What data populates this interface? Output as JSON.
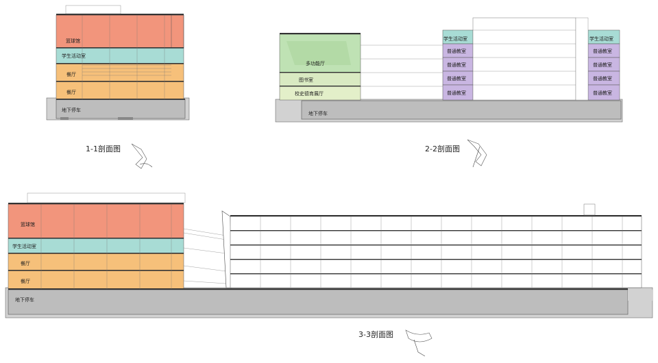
{
  "colors": {
    "basketball": "#f2957c",
    "student": "#a8dcd5",
    "dining": "#f6c07a",
    "parking": "#bdbdbd",
    "multi": "#bfe2b4",
    "library": "#d9eac2",
    "history": "#e3efc9",
    "classroom": "#c9b6e2",
    "ground": "#d2d2d2"
  },
  "sections": {
    "s1": {
      "title": "1-1剖面图",
      "basketball": "篮球馆",
      "student": "学生活动室",
      "dining1": "餐厅",
      "dining2": "餐厅",
      "parking": "地下停车"
    },
    "s2": {
      "title": "2-2剖面图",
      "multi": "多功能厅",
      "library": "图书室",
      "history": "校史德育展厅",
      "parking": "地下停车",
      "student_left": "学生活动室",
      "student_right": "学生活动室",
      "class_left": [
        "普通教室",
        "普通教室",
        "普通教室",
        "普通教室"
      ],
      "class_right": [
        "普通教室",
        "普通教室",
        "普通教室",
        "普通教室"
      ]
    },
    "s3": {
      "title": "3-3剖面图",
      "basketball": "篮球馆",
      "student": "学生活动室",
      "dining1": "餐厅",
      "dining2": "餐厅",
      "parking": "地下停车"
    }
  }
}
